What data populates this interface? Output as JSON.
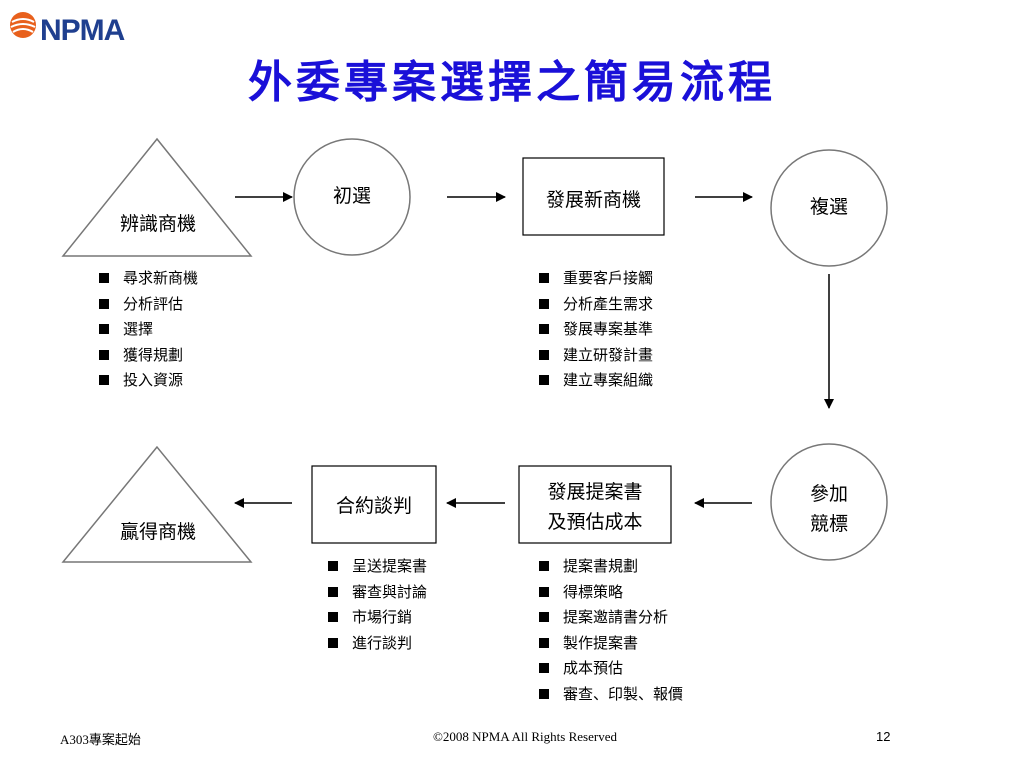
{
  "header": {
    "logo_text": "NPMA",
    "title": "外委專案選擇之簡易流程"
  },
  "diagram": {
    "nodes": {
      "identify": "辨識商機",
      "preselect": "初選",
      "develop": "發展新商機",
      "reselect": "複選",
      "join_bid": [
        "參加",
        "競標"
      ],
      "proposal": [
        "發展提案書",
        "及預估成本"
      ],
      "negotiate": "合約談判",
      "win": "贏得商機"
    },
    "lists": {
      "identify_items": [
        "尋求新商機",
        "分析評估",
        "選擇",
        "獲得規劃",
        "投入資源"
      ],
      "develop_items": [
        "重要客戶接觸",
        "分析產生需求",
        "發展專案基準",
        "建立研發計畫",
        "建立專案組織"
      ],
      "negotiate_items": [
        "呈送提案書",
        "審查與討論",
        "市場行銷",
        "進行談判"
      ],
      "proposal_items": [
        "提案書規劃",
        "得標策略",
        "提案邀請書分析",
        "製作提案書",
        "成本預估",
        "審查、印製、報價"
      ]
    }
  },
  "footer": {
    "left": "A303專案起始",
    "center": "©2008 NPMA  All Rights Reserved",
    "page": "12"
  }
}
